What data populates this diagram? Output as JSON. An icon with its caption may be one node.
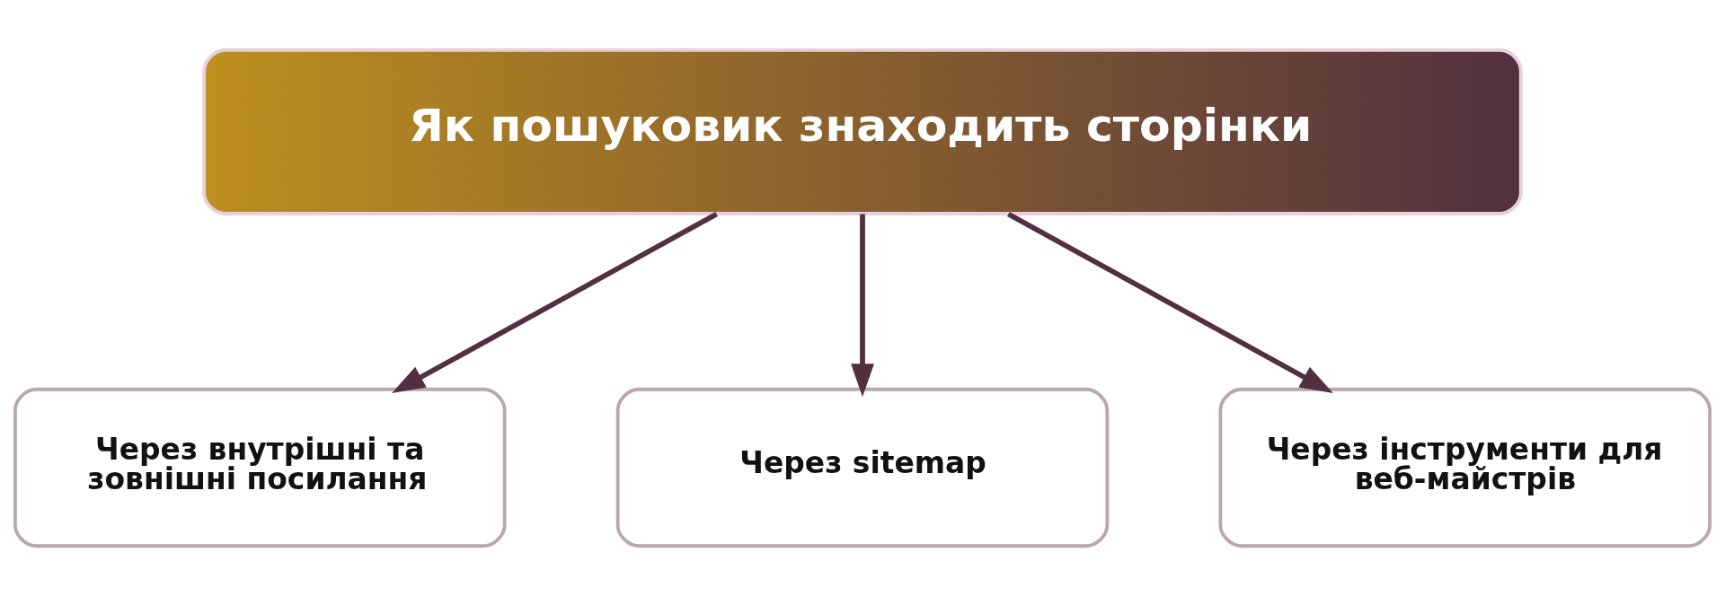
{
  "diagram": {
    "nodes": [
      {
        "text": [
          "Як пошуковик знаходить сторінки"
        ]
      },
      {
        "text": [
          "Через внутрішні та зовнішні посилання"
        ]
      },
      {
        "text": [
          "Через sitemap"
        ]
      },
      {
        "text": [
          "Через інструменти для веб-майстрів"
        ]
      }
    ],
    "edges": [
      {
        "from": 0,
        "to": 1,
        "arrow": "to"
      },
      {
        "from": 0,
        "to": 2,
        "arrow": "to"
      },
      {
        "from": 0,
        "to": 3,
        "arrow": "to"
      }
    ]
  }
}
